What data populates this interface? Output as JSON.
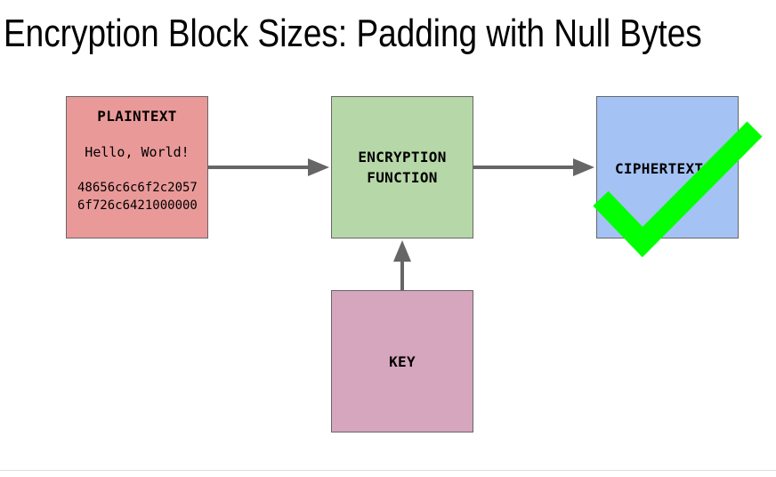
{
  "slide": {
    "title": "Encryption Block Sizes: Padding with Null Bytes"
  },
  "diagram": {
    "plaintext": {
      "label": "PLAINTEXT",
      "message": "Hello, World!",
      "hex": "48656c6c6f2c20576f726c6421000000"
    },
    "encryption_function": {
      "label": "ENCRYPTION FUNCTION"
    },
    "ciphertext": {
      "label": "CIPHERTEXT"
    },
    "key": {
      "label": "KEY"
    }
  },
  "icons": {
    "checkmark": "checkmark-icon"
  },
  "colors": {
    "plaintext_fill": "#ea9999",
    "encryption_fill": "#b6d7a8",
    "ciphertext_fill": "#a4c2f4",
    "key_fill": "#d5a6bd",
    "arrow": "#666666",
    "checkmark": "#00ff00"
  }
}
